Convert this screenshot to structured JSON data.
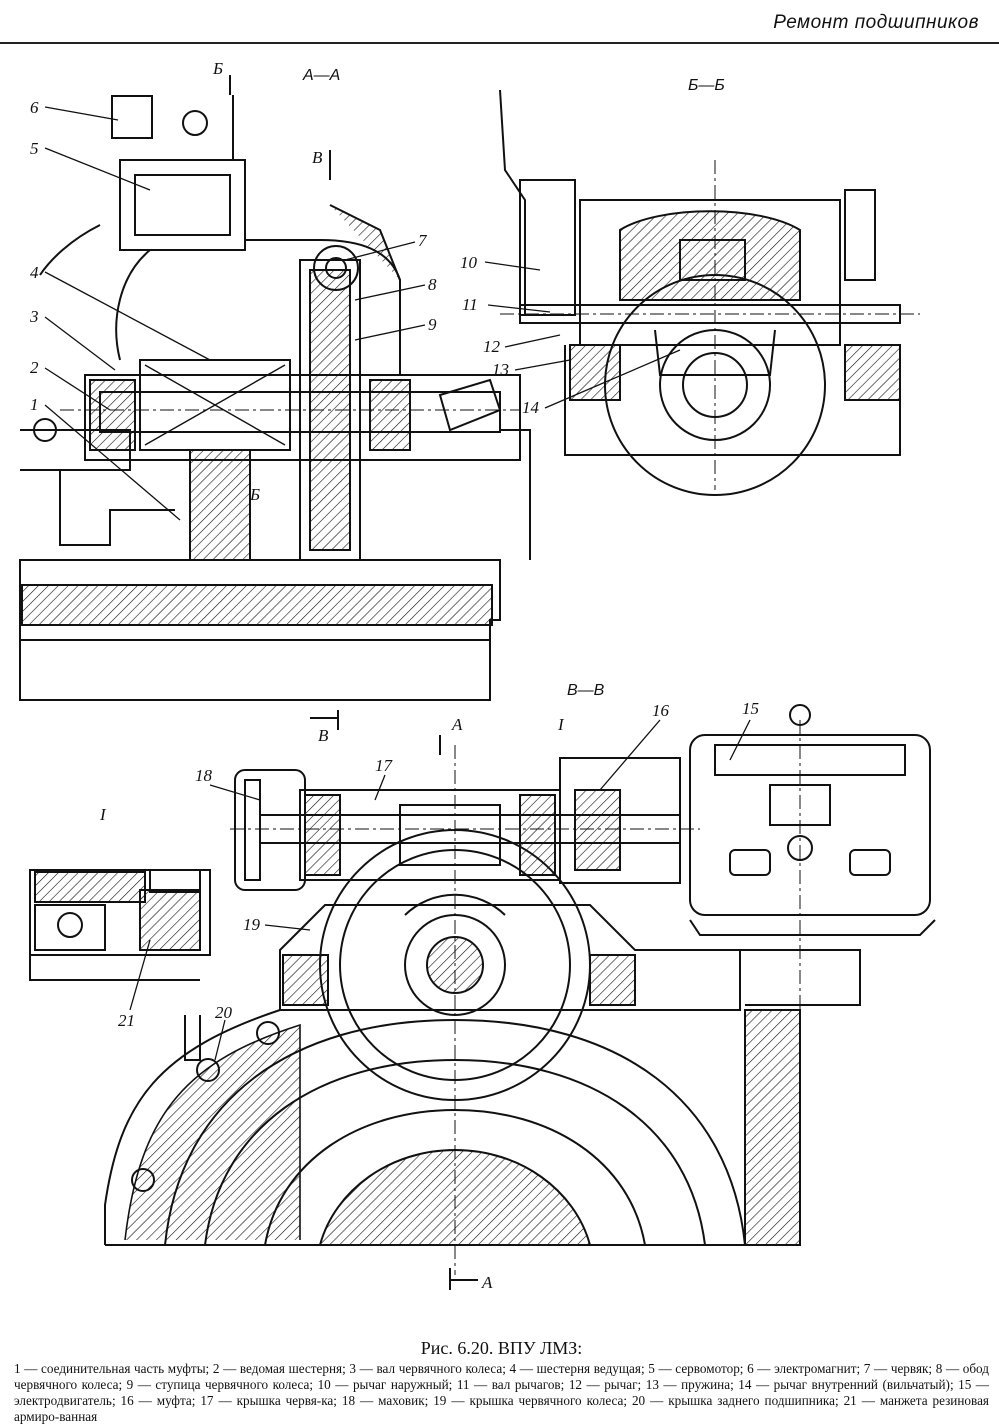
{
  "header": {
    "title": "Ремонт подшипников"
  },
  "sections": {
    "aa": "А—А",
    "bb": "Б—Б",
    "vv": "В—В",
    "detail": "I"
  },
  "cut_marks": {
    "b_top": "Б",
    "b_bottom": "Б",
    "v_top": "В",
    "v_left": "В",
    "a_top": "А",
    "a_bottom": "А",
    "i_mark": "I"
  },
  "callouts": [
    "1",
    "2",
    "3",
    "4",
    "5",
    "6",
    "7",
    "8",
    "9",
    "10",
    "11",
    "12",
    "13",
    "14",
    "15",
    "16",
    "17",
    "18",
    "19",
    "20",
    "21"
  ],
  "caption": {
    "title": "Рис. 6.20. ВПУ ЛМЗ:",
    "text": "1 — соединительная часть муфты; 2 — ведомая шестерня; 3 — вал червячного колеса; 4 — шестерня ведущая; 5 — сервомотор; 6 — электромагнит; 7 — червяк; 8 — обод червячного колеса; 9 — ступица червячного колеса; 10 — рычаг наружный; 11 — вал рычагов; 12 — рычаг; 13 — пружина; 14 — рычаг внутренний (вильчатый); 15 — электродвигатель; 16 — муфта; 17 — крышка червя-ка; 18 — маховик; 19 — крышка червячного колеса; 20 — крышка заднего подшипника; 21 — манжета резиновая армиро-ванная"
  },
  "colors": {
    "ink": "#111111",
    "paper": "#ffffff"
  }
}
